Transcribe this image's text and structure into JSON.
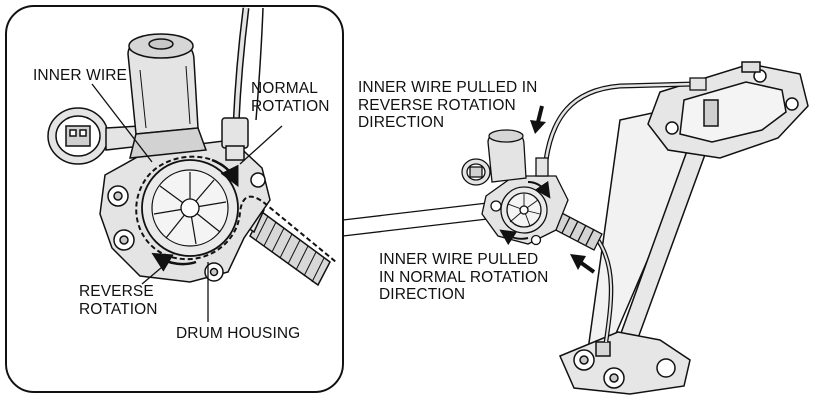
{
  "labels": {
    "inner_wire": "INNER WIRE",
    "normal_rotation": [
      "NORMAL",
      "ROTATION"
    ],
    "reverse_rotation": [
      "REVERSE",
      "ROTATION"
    ],
    "drum_housing": "DRUM HOUSING",
    "pulled_reverse": [
      "INNER WIRE PULLED IN",
      "REVERSE ROTATION",
      "DIRECTION"
    ],
    "pulled_normal": [
      "INNER WIRE PULLED",
      "IN NORMAL ROTATION",
      "DIRECTION"
    ]
  },
  "colors": {
    "line": "#111111",
    "fill_light": "#e4e4e4",
    "fill_mid": "#c9c9c9",
    "background": "#ffffff"
  }
}
